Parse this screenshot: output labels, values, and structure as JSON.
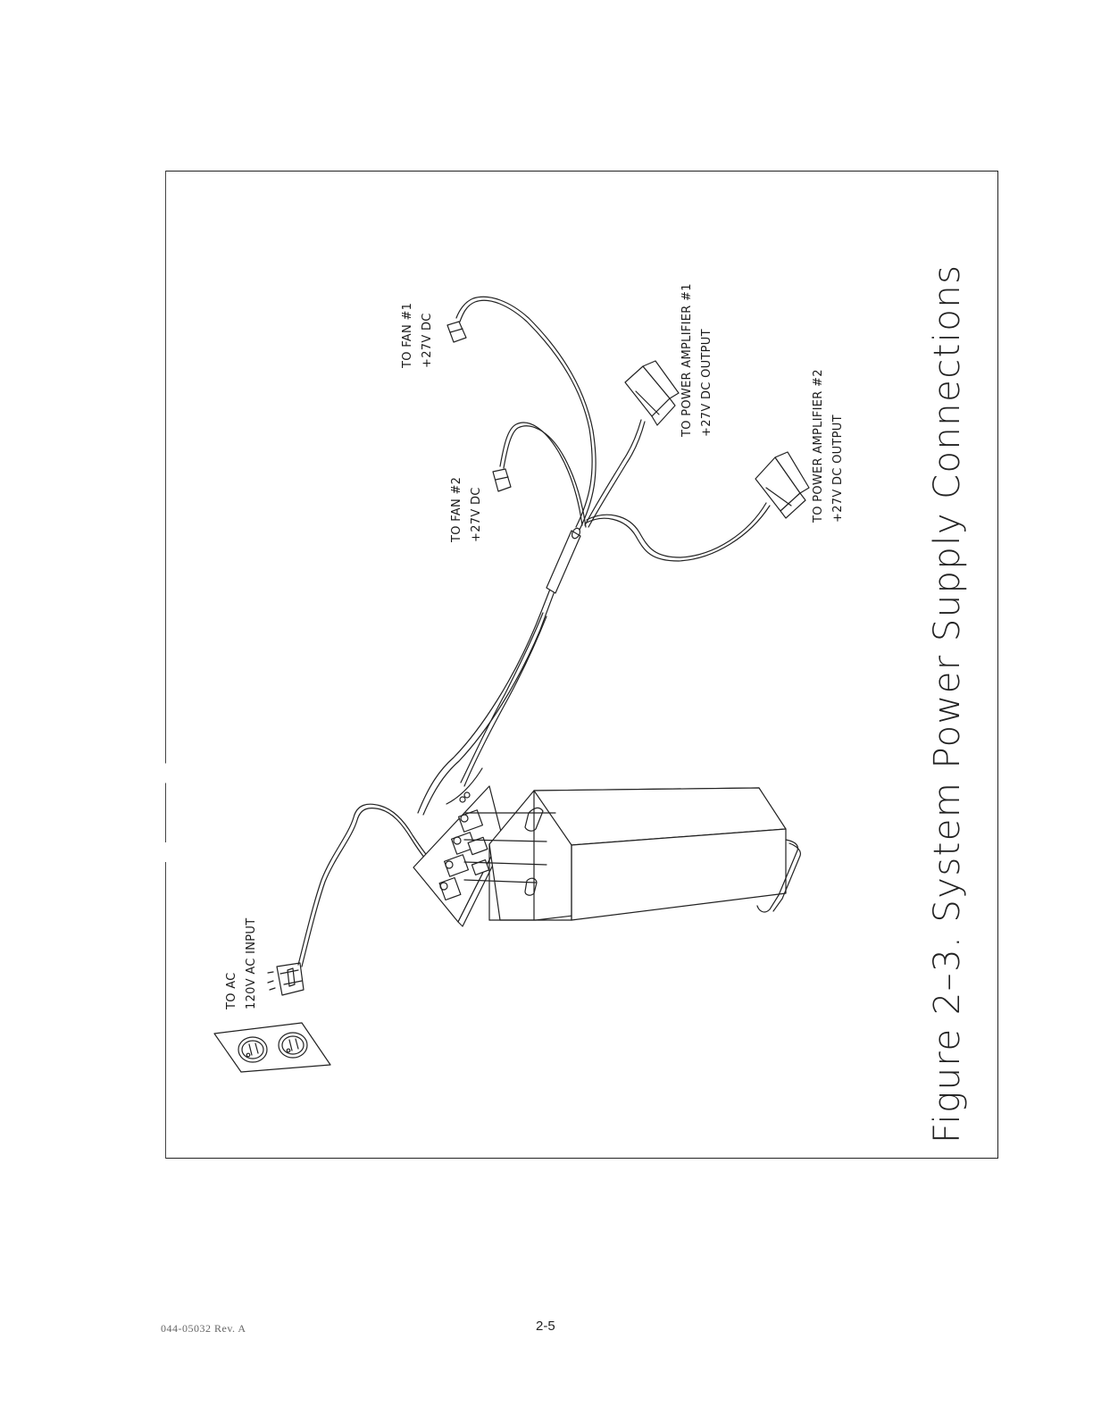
{
  "labels": {
    "fan1_line1": "TO FAN #1",
    "fan1_line2": "+27V DC",
    "fan2_line1": "TO FAN #2",
    "fan2_line2": "+27V DC",
    "amp1_line1": "TO POWER AMPLIFIER #1",
    "amp1_line2": "+27V DC OUTPUT",
    "amp2_line1": "TO POWER AMPLIFIER #2",
    "amp2_line2": "+27V DC OUTPUT",
    "ac_line1": "TO AC",
    "ac_line2": "120V AC INPUT"
  },
  "caption": "Figure 2–3.   System Power Supply Connections",
  "footer": {
    "doc_number": "044-05032  Rev. A",
    "page_number": "2-5"
  }
}
